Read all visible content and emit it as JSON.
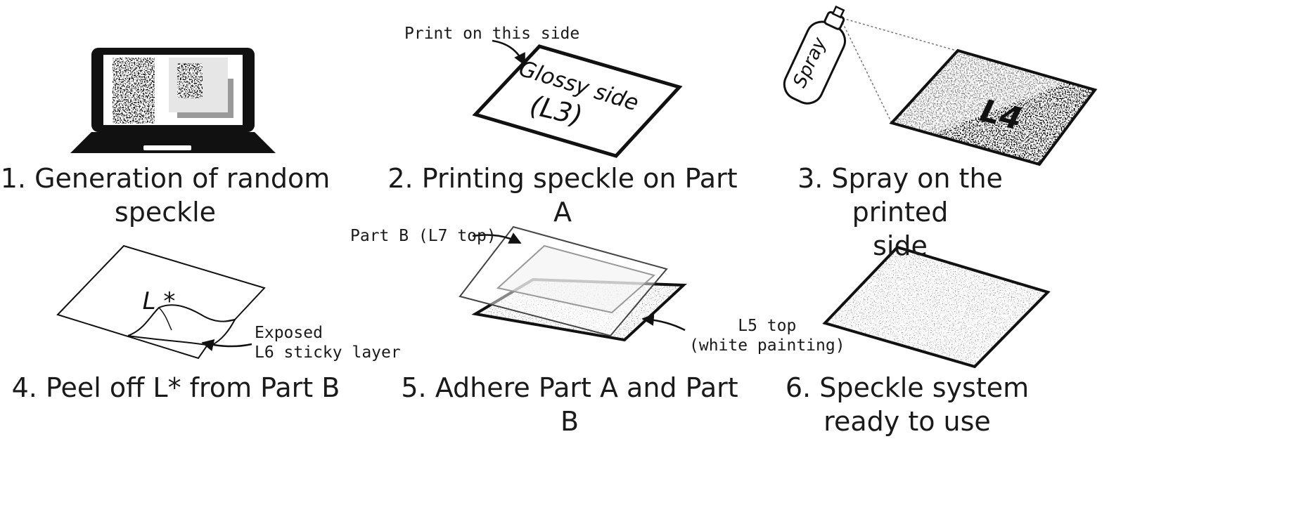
{
  "steps": [
    {
      "caption_line1": "1. Generation of random",
      "caption_line2": "speckle"
    },
    {
      "caption_line1": "2. Printing speckle on Part A",
      "caption_line2": ""
    },
    {
      "caption_line1": "3. Spray on the printed",
      "caption_line2": "side"
    },
    {
      "caption_line1": "4. Peel off L* from Part B",
      "caption_line2": ""
    },
    {
      "caption_line1": "5. Adhere Part A and Part B",
      "caption_line2": ""
    },
    {
      "caption_line1": "6. Speckle system",
      "caption_line2": "ready to use"
    }
  ],
  "annotations": {
    "print_on_this_side": "Print on this side",
    "glossy_side": "Glossy side",
    "glossy_layer": "(L3)",
    "spray_label": "Spray",
    "spray_layer": "L4",
    "peel_layer": "L *",
    "exposed_line1": "Exposed",
    "exposed_line2": "L6 sticky layer",
    "part_b_label": "Part B (L7 top)",
    "l5_line1": "L5 top",
    "l5_line2": "(white painting)"
  },
  "colors": {
    "line": "#111111",
    "speckle_dark": "#2a2a2a",
    "panel_light": "#e6e6e6",
    "panel_shadow": "#9a9a9a"
  },
  "icons": [
    "laptop-icon",
    "spray-can-icon",
    "arrow-icon"
  ]
}
